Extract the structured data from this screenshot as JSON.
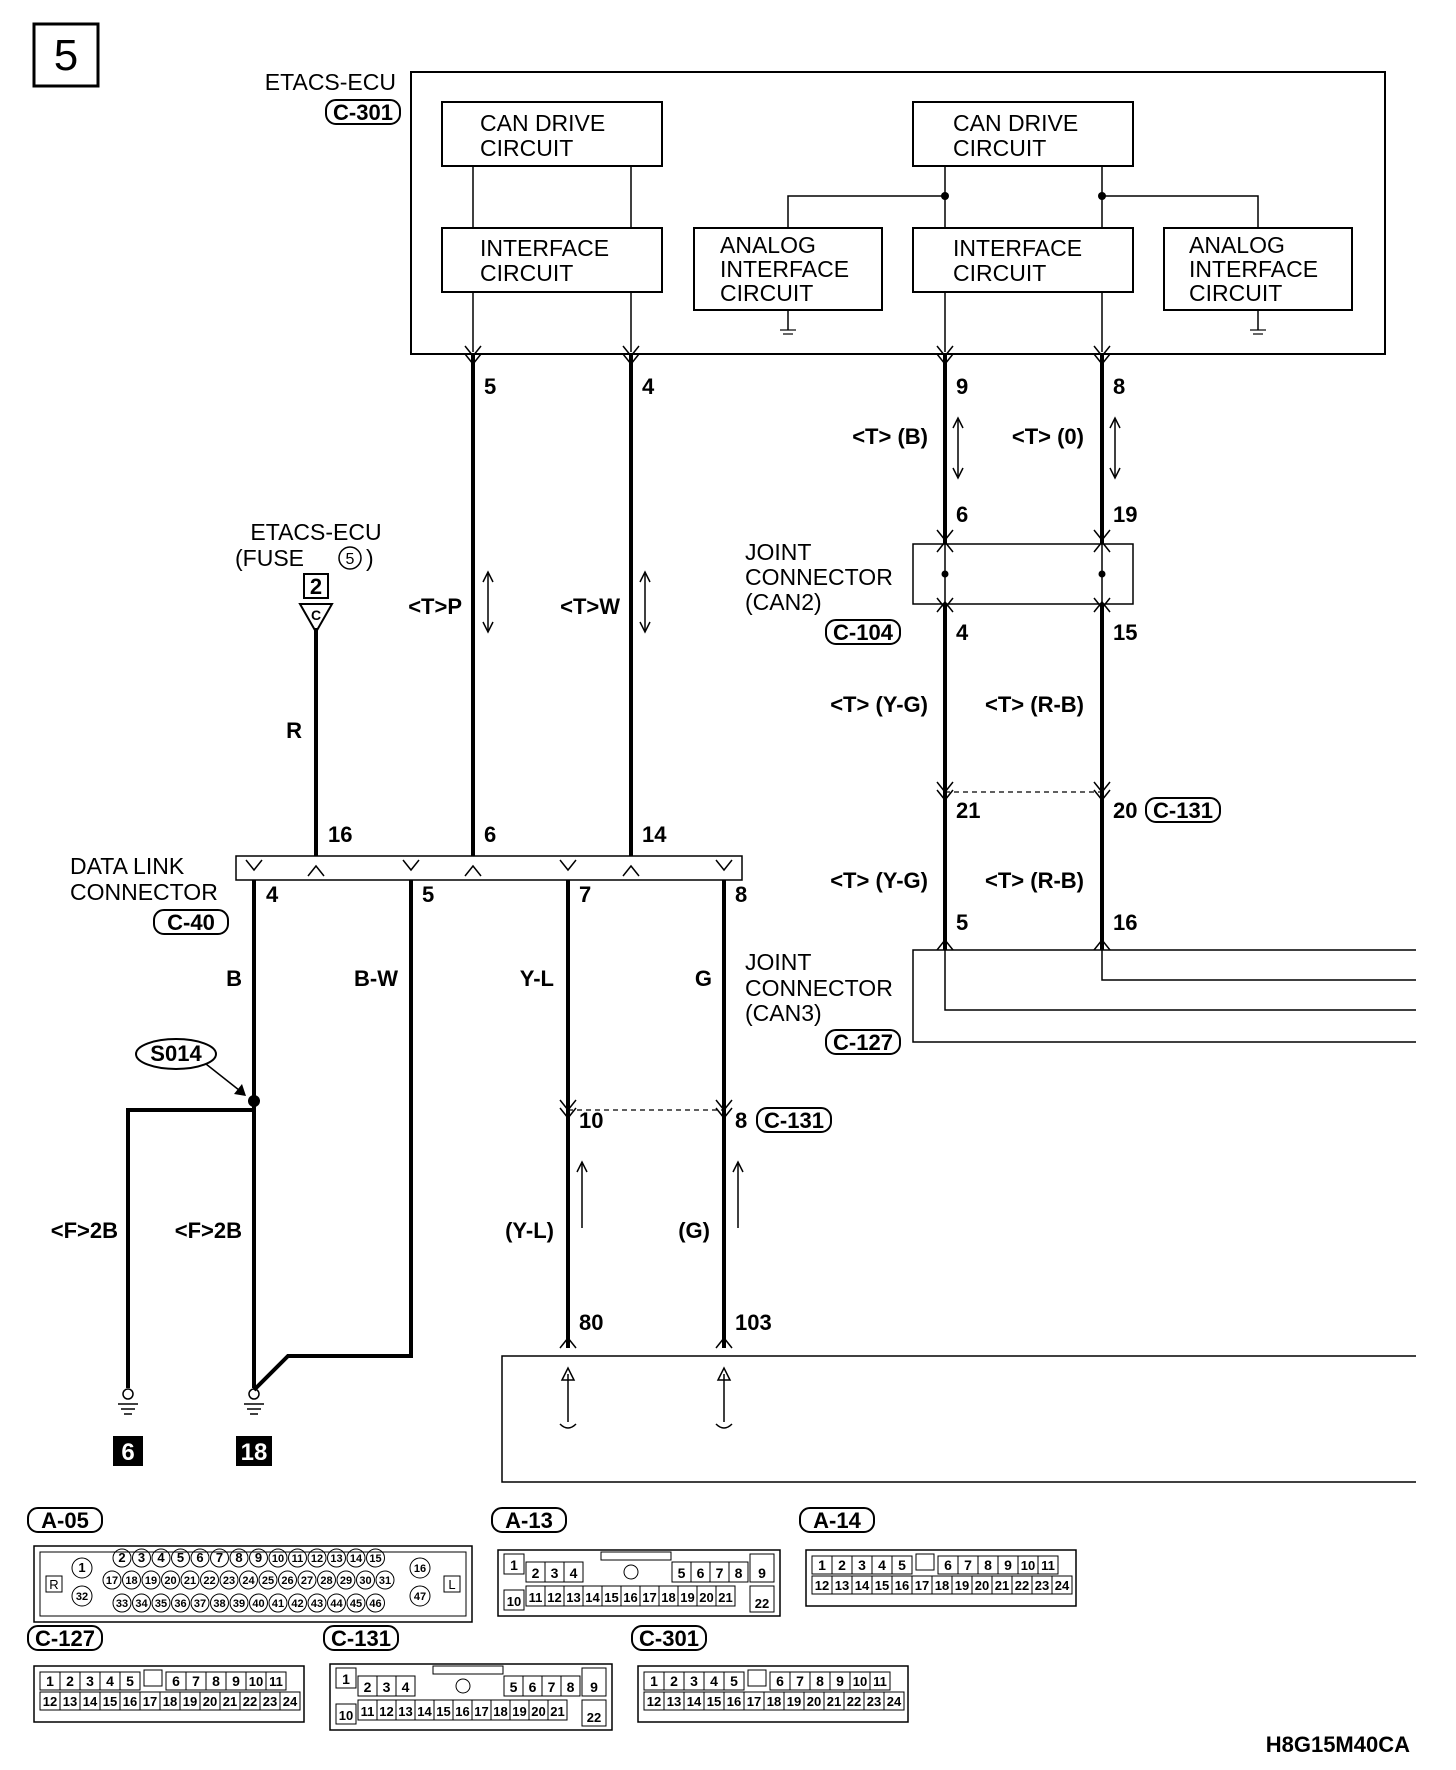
{
  "page_number": "5",
  "footer_code": "H8G15M40CA",
  "etacs": {
    "title": "ETACS-ECU",
    "code": "C-301"
  },
  "blocks": {
    "can_drive_left": [
      "CAN DRIVE",
      "CIRCUIT"
    ],
    "can_drive_right": [
      "CAN DRIVE",
      "CIRCUIT"
    ],
    "interface_left": [
      "INTERFACE",
      "CIRCUIT"
    ],
    "interface_right": [
      "INTERFACE",
      "CIRCUIT"
    ],
    "analog_left": [
      "ANALOG",
      "INTERFACE",
      "CIRCUIT"
    ],
    "analog_right": [
      "ANALOG",
      "INTERFACE",
      "CIRCUIT"
    ]
  },
  "etacs_pins": {
    "p5": "5",
    "p4": "4",
    "p9": "9",
    "p8": "8"
  },
  "fuse_source": {
    "title": "ETACS-ECU",
    "subtitle_pre": "(FUSE",
    "fuse_num": "5",
    "subtitle_post": ")",
    "box": "2",
    "tag": "C"
  },
  "wires": {
    "r": "R",
    "tp": "<T>P",
    "tw": "<T>W",
    "tb": "<T> (B)",
    "to": "<T> (0)",
    "tyg1": "<T> (Y-G)",
    "trb1": "<T> (R-B)",
    "tyg2": "<T> (Y-G)",
    "trb2": "<T> (R-B)",
    "b": "B",
    "bw": "B-W",
    "yl": "Y-L",
    "g": "G",
    "f2b_left": "<F>2B",
    "f2b_right": "<F>2B",
    "yl_paren": "(Y-L)",
    "g_paren": "(G)"
  },
  "joint_can2": {
    "lines": [
      "JOINT",
      "CONNECTOR",
      "(CAN2)"
    ],
    "code": "C-104",
    "pins": [
      "6",
      "19",
      "4",
      "15"
    ]
  },
  "c131_mid": {
    "pins": [
      "21",
      "20"
    ],
    "code": "C-131"
  },
  "joint_can3": {
    "lines": [
      "JOINT",
      "CONNECTOR",
      "(CAN3)"
    ],
    "code": "C-127",
    "pins": [
      "5",
      "16"
    ]
  },
  "dlc": {
    "lines": [
      "DATA LINK",
      "CONNECTOR"
    ],
    "code": "C-40",
    "top_pins": [
      "16",
      "6",
      "14"
    ],
    "bottom_pins": [
      "4",
      "5",
      "7",
      "8"
    ]
  },
  "splice": "S014",
  "c131_low": {
    "pins": [
      "10",
      "8"
    ],
    "code": "C-131"
  },
  "lower_pins": [
    "80",
    "103"
  ],
  "grounds": [
    "6",
    "18"
  ],
  "connectors": {
    "a05": {
      "code": "A-05",
      "side_left": "R",
      "side_right": "L",
      "left_pins": [
        "1",
        "32"
      ],
      "right_pins": [
        "16",
        "47"
      ],
      "row1": [
        "2",
        "3",
        "4",
        "5",
        "6",
        "7",
        "8",
        "9",
        "10",
        "11",
        "12",
        "13",
        "14",
        "15"
      ],
      "row2": [
        "17",
        "18",
        "19",
        "20",
        "21",
        "22",
        "23",
        "24",
        "25",
        "26",
        "27",
        "28",
        "29",
        "30",
        "31"
      ],
      "row3": [
        "33",
        "34",
        "35",
        "36",
        "37",
        "38",
        "39",
        "40",
        "41",
        "42",
        "43",
        "44",
        "45",
        "46"
      ]
    },
    "a13": {
      "code": "A-13",
      "row1_left": [
        "2",
        "3",
        "4"
      ],
      "row1_right": [
        "5",
        "6",
        "7",
        "8"
      ],
      "row2": [
        "11",
        "12",
        "13",
        "14",
        "15",
        "16",
        "17",
        "18",
        "19",
        "20",
        "21"
      ],
      "end_tl": "1",
      "end_bl": "10",
      "end_tr": "9",
      "end_br": "22"
    },
    "a14": {
      "code": "A-14",
      "row1_left": [
        "1",
        "2",
        "3",
        "4",
        "5"
      ],
      "row1_right": [
        "6",
        "7",
        "8",
        "9",
        "10",
        "11"
      ],
      "row2": [
        "12",
        "13",
        "14",
        "15",
        "16",
        "17",
        "18",
        "19",
        "20",
        "21",
        "22",
        "23",
        "24"
      ]
    },
    "c127": {
      "code": "C-127",
      "row1_left": [
        "1",
        "2",
        "3",
        "4",
        "5"
      ],
      "row1_right": [
        "6",
        "7",
        "8",
        "9",
        "10",
        "11"
      ],
      "row2": [
        "12",
        "13",
        "14",
        "15",
        "16",
        "17",
        "18",
        "19",
        "20",
        "21",
        "22",
        "23",
        "24"
      ]
    },
    "c131": {
      "code": "C-131",
      "row1_left": [
        "2",
        "3",
        "4"
      ],
      "row1_right": [
        "5",
        "6",
        "7",
        "8"
      ],
      "row2": [
        "11",
        "12",
        "13",
        "14",
        "15",
        "16",
        "17",
        "18",
        "19",
        "20",
        "21"
      ],
      "end_tl": "1",
      "end_bl": "10",
      "end_tr": "9",
      "end_br": "22"
    },
    "c301": {
      "code": "C-301",
      "row1_left": [
        "1",
        "2",
        "3",
        "4",
        "5"
      ],
      "row1_right": [
        "6",
        "7",
        "8",
        "9",
        "10",
        "11"
      ],
      "row2": [
        "12",
        "13",
        "14",
        "15",
        "16",
        "17",
        "18",
        "19",
        "20",
        "21",
        "22",
        "23",
        "24"
      ]
    }
  }
}
